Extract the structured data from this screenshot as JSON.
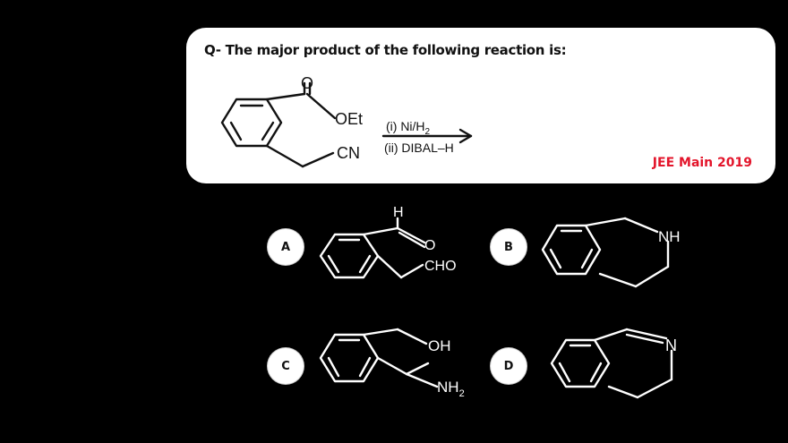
{
  "question": {
    "text": "Q-  The major product of the following reaction is:",
    "source": "JEE Main 2019"
  },
  "reaction": {
    "ester_o": "O",
    "ester_group": "OEt",
    "nitrile_group": "CN",
    "reagent_1": "(i) Ni/H",
    "reagent_1_sub": "2",
    "reagent_2": "(ii) DIBAL–H"
  },
  "options": [
    {
      "label": "A",
      "atoms": {
        "h": "H",
        "o": "O",
        "cho": "CHO"
      }
    },
    {
      "label": "B",
      "atoms": {
        "nh": "NH"
      }
    },
    {
      "label": "C",
      "atoms": {
        "oh": "OH",
        "nh2": "NH",
        "nh2_sub": "2"
      }
    },
    {
      "label": "D",
      "atoms": {
        "n": "N"
      }
    }
  ]
}
